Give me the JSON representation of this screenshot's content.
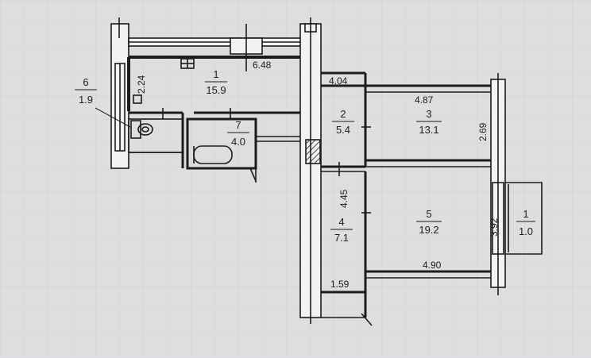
{
  "rooms": [
    {
      "id": "kitchen",
      "number": "1",
      "area": "15.9"
    },
    {
      "id": "hall",
      "number": "2",
      "area": "5.4"
    },
    {
      "id": "room3",
      "number": "3",
      "area": "13.1"
    },
    {
      "id": "room4",
      "number": "4",
      "area": "7.1"
    },
    {
      "id": "room5",
      "number": "5",
      "area": "19.2"
    },
    {
      "id": "toilet",
      "number": "6",
      "area": "1.9"
    },
    {
      "id": "bath",
      "number": "7",
      "area": "4.0"
    },
    {
      "id": "balcony",
      "number": "1",
      "area": "1.0"
    }
  ],
  "dimensions": {
    "kitchen_width": "6.48",
    "kitchen_depth": "2.24",
    "hall_width": "4.04",
    "room3_width": "4.87",
    "room3_depth": "2.69",
    "room4_depth": "4.45",
    "room5_depth": "3.92",
    "room5_width": "4.90",
    "room4_width": "1.59"
  },
  "colors": {
    "paper": "#dcdee0",
    "wall": "#1c1c1c",
    "wall_fill": "#f2f2f0"
  }
}
